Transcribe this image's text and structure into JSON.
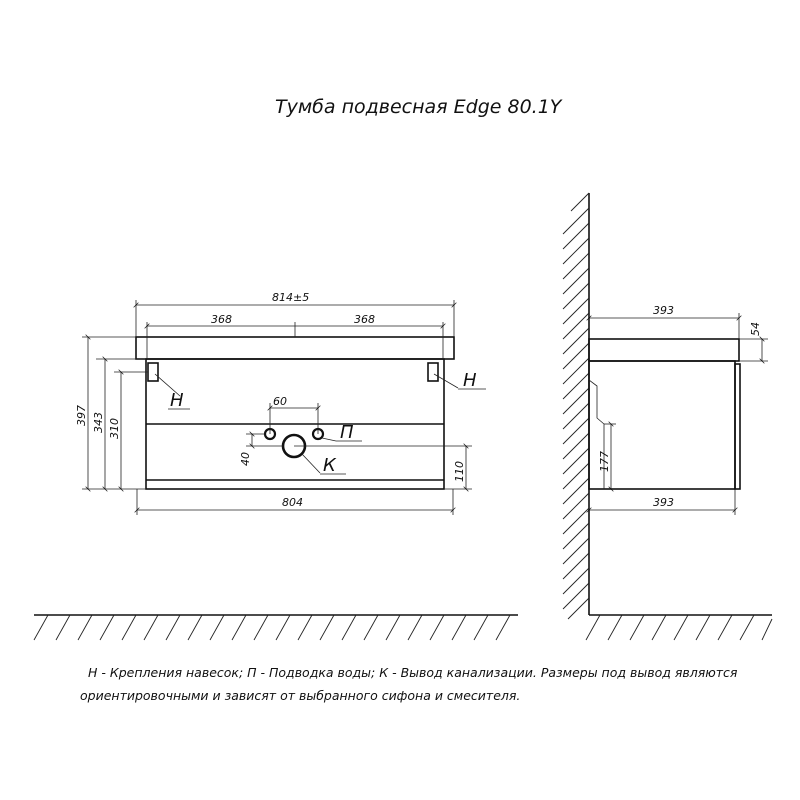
{
  "title": "Тумба подвесная Edge 80.1Y",
  "front": {
    "overall_width": "814±5",
    "left_half": "368",
    "right_half": "368",
    "h_397": "397",
    "h_343": "343",
    "h_310": "310",
    "h_110": "110",
    "spacing_60": "60",
    "offset_40": "40",
    "bottom_width": "804",
    "label_h_left": "Н",
    "label_h_right": "Н",
    "label_p": "П",
    "label_k": "К"
  },
  "side": {
    "top_depth": "393",
    "top_thickness": "54",
    "height_177": "177",
    "bottom_depth": "393"
  },
  "legend": {
    "line1": "Н - Крепления навесок; П - Подводка воды; К - Вывод канализации. Размеры под вывод являются",
    "line2": "ориентировочными и зависят от выбранного сифона и смесителя."
  }
}
